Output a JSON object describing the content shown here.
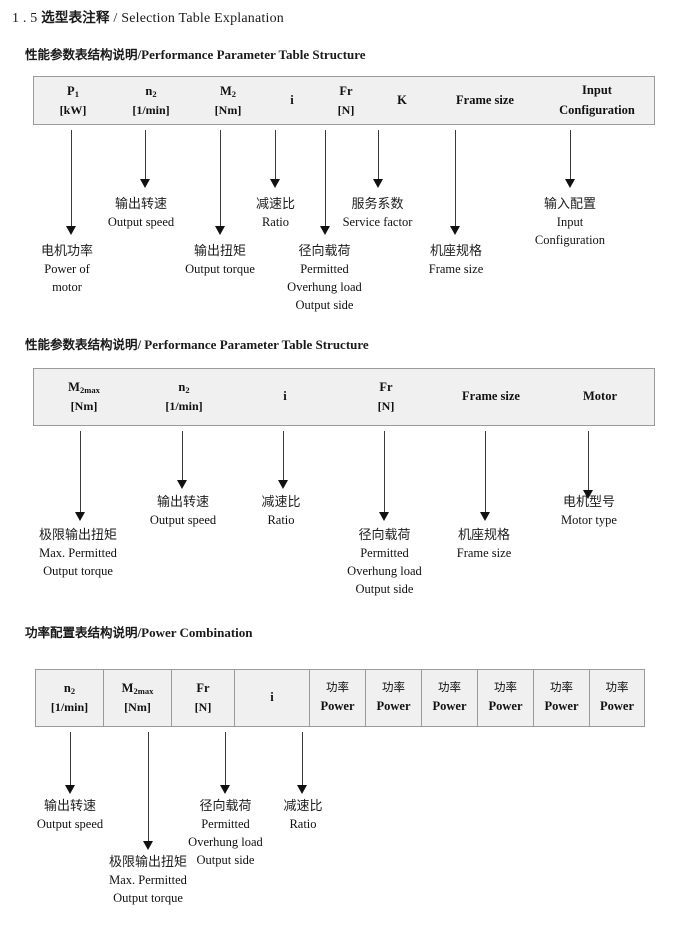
{
  "document": {
    "section_number": "1 . 5",
    "section_title_cn": "选型表注释",
    "section_title_sep": "/",
    "section_title_en": "Selection Table Explanation"
  },
  "sections": [
    {
      "id": "performance-1",
      "heading_cn": "性能参数表结构说明",
      "heading_sep": "/",
      "heading_en": "Performance Parameter Table Structure",
      "table": {
        "columns": [
          {
            "line1": "P",
            "sub1": "1",
            "line2": "[kW]"
          },
          {
            "line1": "n",
            "sub1": "2",
            "line2": "[1/min]"
          },
          {
            "line1": "M",
            "sub1": "2",
            "line2": "[Nm]"
          },
          {
            "line1": "i",
            "sub1": "",
            "line2": ""
          },
          {
            "line1": "Fr",
            "sub1": "",
            "line2": "[N]"
          },
          {
            "line1": "K",
            "sub1": "",
            "line2": ""
          },
          {
            "line1": "Frame size",
            "sub1": "",
            "line2": ""
          },
          {
            "line1": "Input",
            "sub1": "",
            "line2": "Configuration"
          }
        ]
      },
      "annotations": [
        {
          "cn": "电机功率",
          "en": [
            "Power of",
            "motor"
          ]
        },
        {
          "cn": "输出转速",
          "en": [
            "Output speed"
          ]
        },
        {
          "cn": "输出扭矩",
          "en": [
            "Output torque"
          ]
        },
        {
          "cn": "减速比",
          "en": [
            "Ratio"
          ]
        },
        {
          "cn": "径向载荷",
          "en": [
            "Permitted",
            "Overhung load",
            "Output side"
          ]
        },
        {
          "cn": "服务系数",
          "en": [
            "Service factor"
          ]
        },
        {
          "cn": "机座规格",
          "en": [
            "Frame size"
          ]
        },
        {
          "cn": "输入配置",
          "en": [
            "Input",
            "Configuration"
          ]
        }
      ]
    },
    {
      "id": "performance-2",
      "heading_cn": "性能参数表结构说明",
      "heading_sep": "/",
      "heading_en": "Performance Parameter Table Structure",
      "table": {
        "columns": [
          {
            "line1": "M",
            "sub1": "2max",
            "line2": "[Nm]"
          },
          {
            "line1": "n",
            "sub1": "2",
            "line2": "[1/min]"
          },
          {
            "line1": "i",
            "sub1": "",
            "line2": ""
          },
          {
            "line1": "Fr",
            "sub1": "",
            "line2": "[N]"
          },
          {
            "line1": "Frame size",
            "sub1": "",
            "line2": ""
          },
          {
            "line1": "Motor",
            "sub1": "",
            "line2": ""
          }
        ]
      },
      "annotations": [
        {
          "cn": "极限输出扭矩",
          "en": [
            "Max. Permitted",
            "Output  torque"
          ]
        },
        {
          "cn": "输出转速",
          "en": [
            "Output speed"
          ]
        },
        {
          "cn": "减速比",
          "en": [
            "Ratio"
          ]
        },
        {
          "cn": "径向载荷",
          "en": [
            "Permitted",
            "Overhung load",
            "Output side"
          ]
        },
        {
          "cn": "机座规格",
          "en": [
            "Frame size"
          ]
        },
        {
          "cn": "电机型号",
          "en": [
            "Motor type"
          ]
        }
      ]
    },
    {
      "id": "power-combination",
      "heading_cn": "功率配置表结构说明",
      "heading_sep": "/",
      "heading_en": "Power Combination",
      "table": {
        "columns": [
          {
            "line1": "n",
            "sub1": "2",
            "line2": "[1/min]"
          },
          {
            "line1": "M",
            "sub1": "2max",
            "line2": "[Nm]"
          },
          {
            "line1": "Fr",
            "sub1": "",
            "line2": "[N]"
          },
          {
            "line1": "i",
            "sub1": "",
            "line2": ""
          },
          {
            "line1": "功率",
            "sub1": "",
            "line2": "Power"
          },
          {
            "line1": "功率",
            "sub1": "",
            "line2": "Power"
          },
          {
            "line1": "功率",
            "sub1": "",
            "line2": "Power"
          },
          {
            "line1": "功率",
            "sub1": "",
            "line2": "Power"
          },
          {
            "line1": "功率",
            "sub1": "",
            "line2": "Power"
          },
          {
            "line1": "功率",
            "sub1": "",
            "line2": "Power"
          }
        ]
      },
      "annotations": [
        {
          "cn": "输出转速",
          "en": [
            "Output speed"
          ]
        },
        {
          "cn": "极限输出扭矩",
          "en": [
            "Max. Permitted",
            "Output  torque"
          ]
        },
        {
          "cn": "径向载荷",
          "en": [
            "Permitted",
            "Overhung load",
            "Output side"
          ]
        },
        {
          "cn": "减速比",
          "en": [
            "Ratio"
          ]
        }
      ]
    }
  ]
}
